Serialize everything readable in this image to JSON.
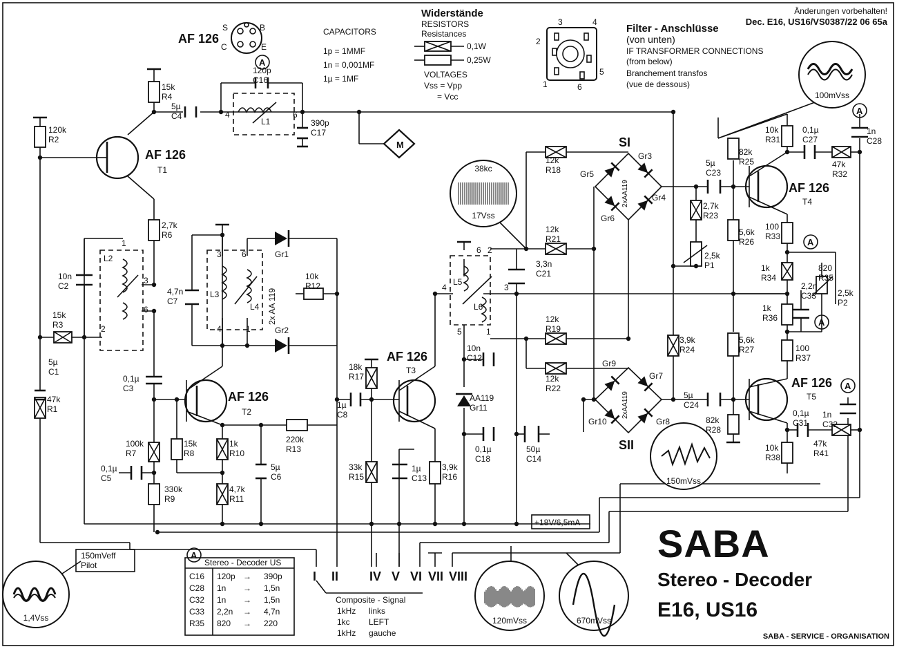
{
  "header": {
    "change_note": "Änderungen vorbehalten!",
    "doc_ref": "Dec. E16, US16/VS0387/22 06 65a"
  },
  "legend_caps": {
    "title": "CAPACITORS",
    "rows": [
      "1p  =  1MMF",
      "1n  =  0,001MF",
      "1µ  =  1MF"
    ]
  },
  "legend_res": {
    "title_de": "Widerstände",
    "title_en": "RESISTORS",
    "title_fr": "Resistances",
    "w1": "0,1W",
    "w2": "0,25W",
    "volt_title": "VOLTAGES",
    "volt1": "Vss = Vpp",
    "volt2": "= Vcc"
  },
  "filter_notes": {
    "line1": "Filter - Anschlüsse",
    "line2": "(von unten)",
    "line3": "IF TRANSFORMER CONNECTIONS",
    "line4": "(from below)",
    "line5": "Branchement transfos",
    "line6": "(vue de dessous)"
  },
  "transistors": {
    "t1": {
      "type": "AF 126",
      "ref": "T1"
    },
    "t2": {
      "type": "AF 126",
      "ref": "T2"
    },
    "t3": {
      "type": "AF 126",
      "ref": "T3"
    },
    "t4": {
      "type": "AF 126",
      "ref": "T4"
    },
    "t5": {
      "type": "AF 126",
      "ref": "T5"
    },
    "pinout_type": "AF 126"
  },
  "components": {
    "r1": [
      "47k",
      "R1"
    ],
    "r2": [
      "120k",
      "R2"
    ],
    "r3": [
      "15k",
      "R3"
    ],
    "r4": [
      "15k",
      "R4"
    ],
    "r6": [
      "2,7k",
      "R6"
    ],
    "r7": [
      "100k",
      "R7"
    ],
    "r8": [
      "15k",
      "R8"
    ],
    "r9": [
      "330k",
      "R9"
    ],
    "r10": [
      "1k",
      "R10"
    ],
    "r11": [
      "4,7k",
      "R11"
    ],
    "r12": [
      "10k",
      "R12"
    ],
    "r13": [
      "220k",
      "R13"
    ],
    "r15": [
      "33k",
      "R15"
    ],
    "r16": [
      "3,9k",
      "R16"
    ],
    "r17": [
      "18k",
      "R17"
    ],
    "r18": [
      "12k",
      "R18"
    ],
    "r19": [
      "12k",
      "R19"
    ],
    "r21": [
      "12k",
      "R21"
    ],
    "r22": [
      "12k",
      "R22"
    ],
    "r23": [
      "2,7k",
      "R23"
    ],
    "r24": [
      "3,9k",
      "R24"
    ],
    "r25": [
      "82k",
      "R25"
    ],
    "r26": [
      "5,6k",
      "R26"
    ],
    "r27": [
      "5,6k",
      "R27"
    ],
    "r28": [
      "82k",
      "R28"
    ],
    "r31": [
      "10k",
      "R31"
    ],
    "r32": [
      "47k",
      "R32"
    ],
    "r33": [
      "100",
      "R33"
    ],
    "r34": [
      "1k",
      "R34"
    ],
    "r35": [
      "820",
      "R35"
    ],
    "r36": [
      "1k",
      "R36"
    ],
    "r37": [
      "100",
      "R37"
    ],
    "r38": [
      "10k",
      "R38"
    ],
    "r41": [
      "47k",
      "R41"
    ],
    "p1": [
      "2,5k",
      "P1"
    ],
    "p2": [
      "2,5k",
      "P2"
    ],
    "c1": [
      "5µ",
      "C1"
    ],
    "c2": [
      "10n",
      "C2"
    ],
    "c3": [
      "0,1µ",
      "C3"
    ],
    "c4": [
      "5µ",
      "C4"
    ],
    "c5": [
      "0,1µ",
      "C5"
    ],
    "c6": [
      "5µ",
      "C6"
    ],
    "c7": [
      "4,7n",
      "C7"
    ],
    "c8": [
      "1µ",
      "C8"
    ],
    "c12": [
      "10n",
      "C12"
    ],
    "c13": [
      "1µ",
      "C13"
    ],
    "c14": [
      "50µ",
      "C14"
    ],
    "c16": [
      "120p",
      "C16"
    ],
    "c17": [
      "390p",
      "C17"
    ],
    "c18": [
      "0,1µ",
      "C18"
    ],
    "c21": [
      "3,3n",
      "C21"
    ],
    "c23": [
      "5µ",
      "C23"
    ],
    "c24": [
      "5µ",
      "C24"
    ],
    "c27": [
      "0,1µ",
      "C27"
    ],
    "c28": [
      "1n",
      "C28"
    ],
    "c31": [
      "0,1µ",
      "C31"
    ],
    "c32": [
      "1n",
      "C32"
    ],
    "c33": [
      "2,2n",
      "C33"
    ],
    "l1": "L1",
    "l2": "L2",
    "l3": "L3",
    "l4": "L4",
    "l5": "L5",
    "l6": "L6",
    "gr1": "Gr1",
    "gr2": "Gr2",
    "gr3": "Gr3",
    "gr4": "Gr4",
    "gr5": "Gr5",
    "gr6": "Gr6",
    "gr7": "Gr7",
    "gr8": "Gr8",
    "gr9": "Gr9",
    "gr10": "Gr10",
    "gr11": [
      "AA119",
      "Gr11"
    ],
    "diode_pair": "2x AA 119",
    "bridge_diodes": "2xAA119",
    "s1": "SI",
    "s2": "SII",
    "meter": "M",
    "mark_a": "A",
    "supply": "+18V/6,5mA"
  },
  "scopes": {
    "s_100": "100mVss",
    "s_38": {
      "freq": "38kc",
      "amp": "17Vss"
    },
    "s_150": "150mVss",
    "s_14": "1,4Vss",
    "s_120": "120mVss",
    "s_670": "670mVss",
    "pilot_line1": "150mVeff",
    "pilot_line2": "Pilot"
  },
  "terminals": [
    "I",
    "II",
    "IV",
    "V",
    "VI",
    "VII",
    "VIII"
  ],
  "us_table": {
    "title": "Stereo - Decoder US",
    "rows": [
      {
        "ref": "C16",
        "from": "120p",
        "to": "390p"
      },
      {
        "ref": "C28",
        "from": "1n",
        "to": "1,5n"
      },
      {
        "ref": "C32",
        "from": "1n",
        "to": "1,5n"
      },
      {
        "ref": "C33",
        "from": "2,2n",
        "to": "4,7n"
      },
      {
        "ref": "R35",
        "from": "820",
        "to": "220"
      }
    ]
  },
  "composite": {
    "title": "Composite - Signal",
    "rows": [
      [
        "1kHz",
        "links"
      ],
      [
        "1kc",
        "LEFT"
      ],
      [
        "1kHz",
        "gauche"
      ]
    ]
  },
  "brand": {
    "name": "SABA",
    "product": "Stereo - Decoder",
    "models": "E16, US16",
    "org": "SABA - SERVICE - ORGANISATION"
  }
}
